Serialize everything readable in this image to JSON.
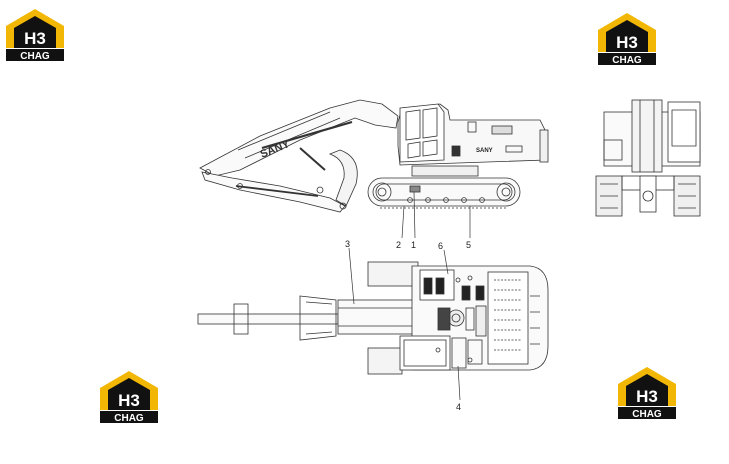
{
  "brand": {
    "logo_top": "H3",
    "logo_bottom": "CHAG",
    "colors": {
      "yellow": "#f2b705",
      "black": "#111111",
      "white": "#ffffff"
    }
  },
  "machine": {
    "boom_text": "SANY",
    "cab_text": "SANY"
  },
  "callouts": {
    "c1": "1",
    "c2": "2",
    "c3": "3",
    "c4": "4",
    "c5": "5",
    "c6": "6"
  },
  "colors": {
    "line": "#333333",
    "fill": "#f7f7f7",
    "dark": "#222222"
  }
}
